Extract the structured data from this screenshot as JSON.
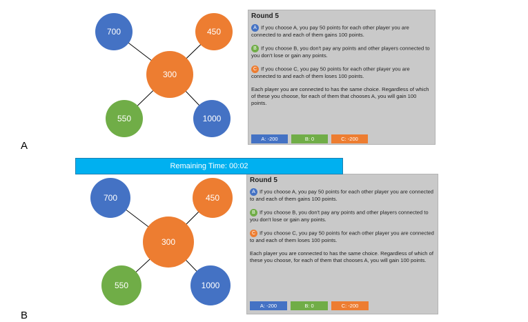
{
  "timer": {
    "text": "Remaining Time: 00:02"
  },
  "panel_a": {
    "letter": "A",
    "nodes": {
      "top_left": "700",
      "top_right": "450",
      "center": "300",
      "bottom_left": "550",
      "bottom_right": "1000"
    },
    "info": {
      "title": "Round 5",
      "choice_a_badge": "A",
      "choice_a_text": "If you choose A, you pay 50 points for each other player you are connected to and each of them gains 100 points.",
      "choice_b_badge": "B",
      "choice_b_text": "If you choose B, you don't pay any points and other players connected to you don't lose or gain any points.",
      "choice_c_badge": "C",
      "choice_c_text": "If you choose C, you pay 50 points for each other player you are connected to and each of them loses 100 points.",
      "summary": "Each player you are connected to has the same choice. Regardless of which of these you choose, for each of them that chooses A, you will gain 100 points.",
      "buttons": {
        "a": "A: -200",
        "b": "B: 0",
        "c": "C: -200"
      }
    }
  },
  "panel_b": {
    "letter": "B",
    "nodes": {
      "top_left": "700",
      "top_right": "450",
      "center": "300",
      "bottom_left": "550",
      "bottom_right": "1000"
    },
    "info": {
      "title": "Round 5",
      "choice_a_badge": "A",
      "choice_a_text": "If you choose A, you pay 50 points for each other player you are connected to and each of them gains 100 points.",
      "choice_b_badge": "B",
      "choice_b_text": "If you choose B, you don't pay any points and other players connected to you don't lose or gain any points.",
      "choice_c_badge": "C",
      "choice_c_text": "If you choose C, you pay 50 points for each other player you are connected to and each of them loses 100 points.",
      "summary": "Each player you are connected to has the same choice. Regardless of which of these you choose, for each of them that chooses A, you will gain 100 points.",
      "buttons": {
        "a": "A: -200",
        "b": "B: 0",
        "c": "C: -200"
      }
    }
  },
  "colors": {
    "blue": "#4472c4",
    "orange": "#ed7d31",
    "green": "#70ad47",
    "timer": "#00b0f0",
    "panel_bg": "#c9c9c9"
  }
}
